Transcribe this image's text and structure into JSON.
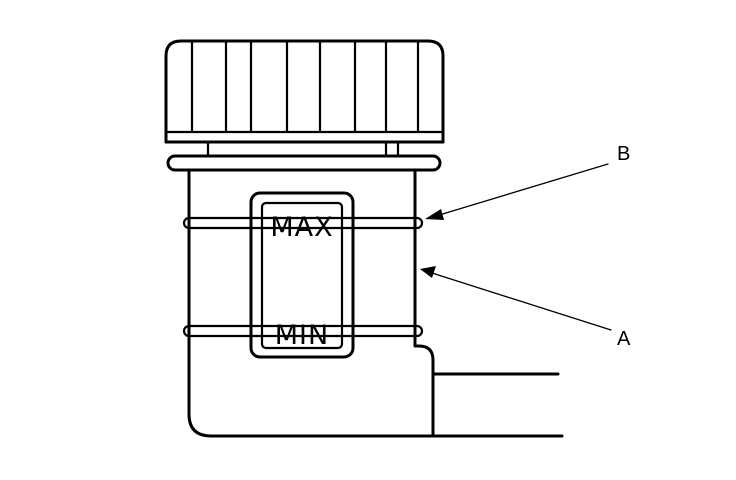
{
  "gauge": {
    "max_label": "MAX",
    "min_label": "MIN"
  },
  "callouts": {
    "a_label": "A",
    "b_label": "B"
  }
}
